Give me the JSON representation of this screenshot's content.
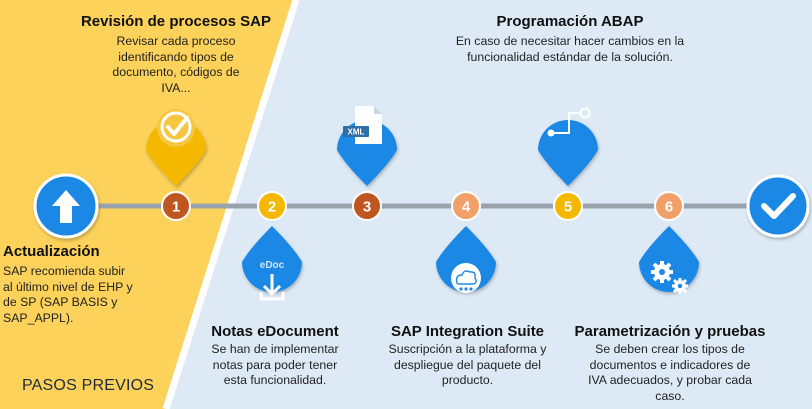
{
  "phase_label": "PASOS PREVIOS",
  "colors": {
    "yellow_panel": "#fcd25a",
    "blue_panel": "#ddeaf6",
    "accent_blue": "#1e88e5",
    "node_dark_orange": "#c0561f",
    "node_yellow": "#f4b800",
    "node_light_orange": "#f2a06a",
    "line_gray": "#9aa3ad"
  },
  "steps": {
    "update": {
      "title": "Actualización",
      "desc": "SAP recomienda subir al último nivel de EHP y de SP (SAP BASIS y SAP_APPL).",
      "icon": "arrow-up-icon"
    },
    "s1": {
      "number": "1",
      "title": "Revisión de procesos SAP",
      "desc": "Revisar cada proceso identificando tipos de documento, códigos de IVA...",
      "icon": "check-badge-icon"
    },
    "s2": {
      "number": "2",
      "title": "Notas eDocument",
      "desc": "Se han de implementar notas para poder tener esta funcionalidad.",
      "icon": "download-icon",
      "icon_text": "eDoc"
    },
    "s3": {
      "number": "3",
      "icon": "xml-file-icon",
      "icon_text": "XML"
    },
    "s4": {
      "number": "4",
      "title": "SAP Integration Suite",
      "desc": "Suscripción a la plataforma y despliegue del paquete del producto.",
      "icon": "cloud-network-icon"
    },
    "s5": {
      "number": "5",
      "title": "Programación ABAP",
      "desc": "En caso de necesitar hacer cambios en la funcionalidad estándar de la solución.",
      "icon": "flow-connector-icon"
    },
    "s6": {
      "number": "6",
      "title": "Parametrización y pruebas",
      "desc": "Se deben crear los tipos de documentos e indicadores de IVA adecuados, y probar cada caso.",
      "icon": "gears-icon"
    },
    "final": {
      "icon": "checkmark-icon"
    }
  }
}
